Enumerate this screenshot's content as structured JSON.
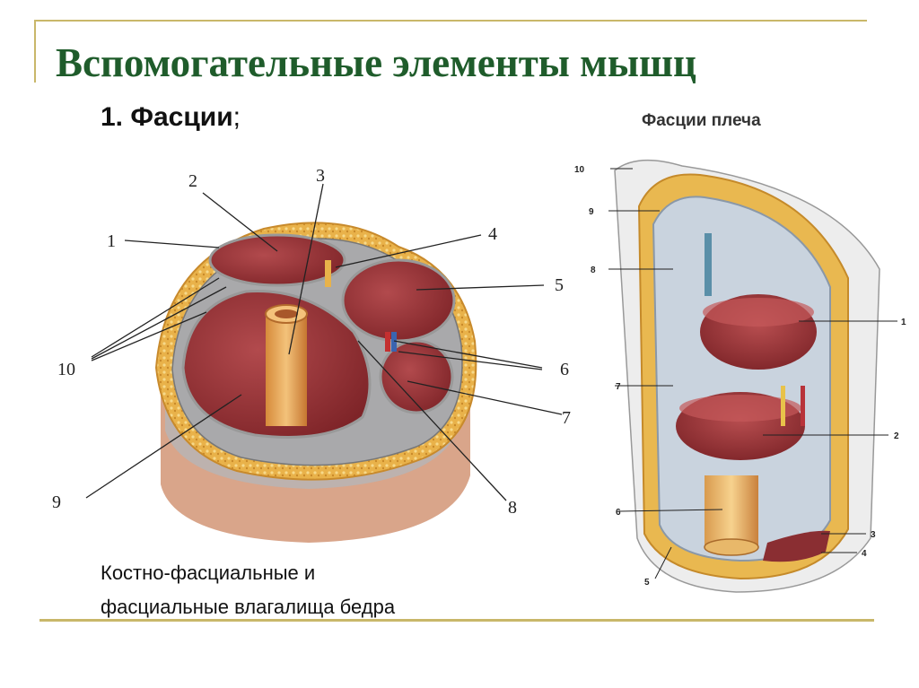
{
  "title": "Вспомогательные элементы мышц",
  "subtitle": {
    "main": "1. Фасции",
    "suffix": ";"
  },
  "left_figure": {
    "labels": [
      "1",
      "2",
      "3",
      "4",
      "5",
      "6",
      "7",
      "8",
      "9",
      "10"
    ]
  },
  "right_figure": {
    "title": "Фасции плеча",
    "labels": [
      "10",
      "9",
      "8",
      "1",
      "7",
      "2",
      "6",
      "3",
      "4",
      "5"
    ]
  },
  "caption": {
    "line1": "Костно-фасциальные и",
    "line2": "фасциальные влагалища бедра"
  },
  "colors": {
    "title": "#1f5c2b",
    "rule": "#c9b76a",
    "muscle": "#8e2f33",
    "fat": "#e8b54a",
    "fascia": "#a9a9ab"
  }
}
